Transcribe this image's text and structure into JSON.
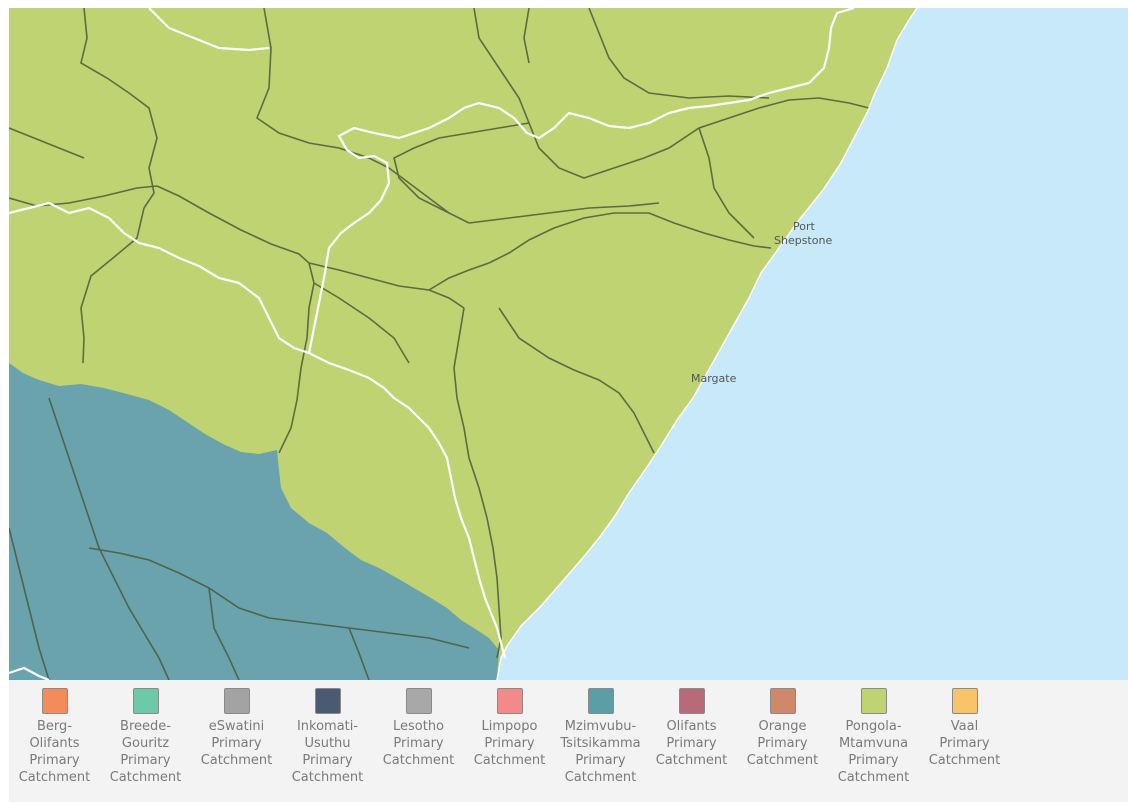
{
  "map": {
    "colors": {
      "ocean": "#c7e9f9",
      "pongola_mtamvuna": "#bfd372",
      "mzimvubu_tsitsikamma": "#6aa3ad",
      "catchment_border": "#4a5a3a",
      "province_border": "#ffffff"
    },
    "place_labels": {
      "port_shepstone": "Port\nShepstone",
      "margate": "Margate"
    }
  },
  "legend": {
    "items": [
      {
        "label": "Berg-\nOlifants\nPrimary\nCatchment",
        "color": "#f28c5a"
      },
      {
        "label": "Breede-\nGouritz\nPrimary\nCatchment",
        "color": "#6ccaa9"
      },
      {
        "label": "eSwatini\nPrimary\nCatchment",
        "color": "#a3a3a3"
      },
      {
        "label": "Inkomati-\nUsuthu\nPrimary\nCatchment",
        "color": "#4a5a70"
      },
      {
        "label": "Lesotho\nPrimary\nCatchment",
        "color": "#a8a8a8"
      },
      {
        "label": "Limpopo\nPrimary\nCatchment",
        "color": "#f28a8a"
      },
      {
        "label": "Mzimvubu-\nTsitsikamma\nPrimary\nCatchment",
        "color": "#5c9ea6"
      },
      {
        "label": "Olifants\nPrimary\nCatchment",
        "color": "#b86a78"
      },
      {
        "label": "Orange\nPrimary\nCatchment",
        "color": "#cf8868"
      },
      {
        "label": "Pongola-\nMtamvuna\nPrimary\nCatchment",
        "color": "#bfd372"
      },
      {
        "label": "Vaal\nPrimary\nCatchment",
        "color": "#f9c36a"
      }
    ]
  }
}
